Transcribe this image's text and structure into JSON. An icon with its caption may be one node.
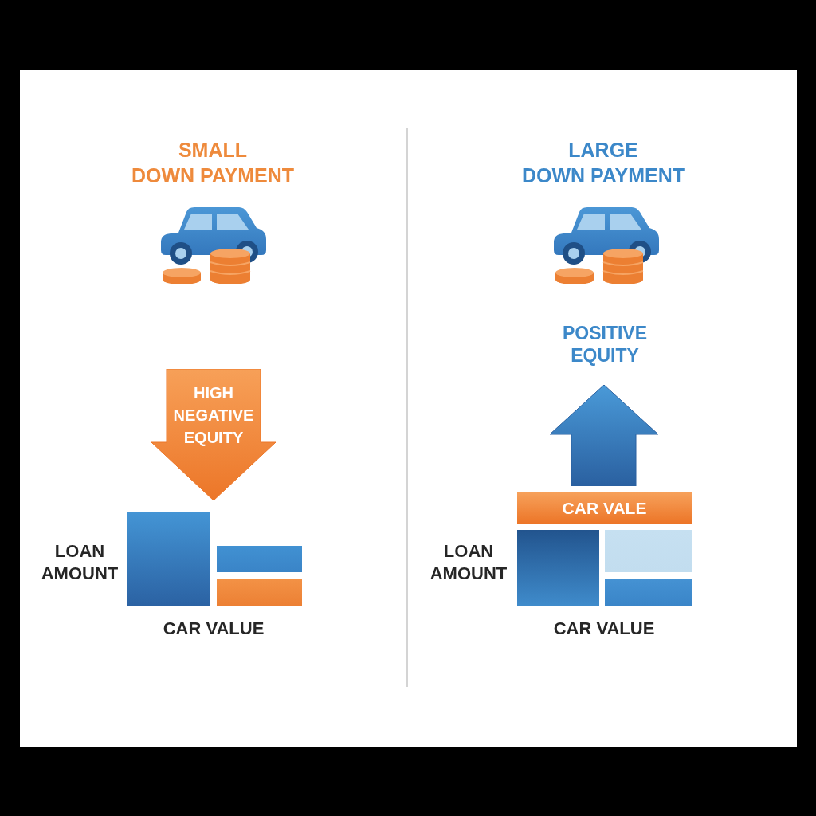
{
  "diagram": {
    "nodes": [
      {
        "text": [
          "HIGH NEGATIVE EQUITY"
        ]
      },
      {
        "text": [],
        "shape": "bar"
      },
      {
        "text": [],
        "shape": "bar"
      },
      {
        "text": [],
        "shape": "bar"
      },
      {
        "text": [],
        "shape": "arrow"
      },
      {
        "text": [
          "CAR VALE"
        ]
      },
      {
        "text": [],
        "shape": "bar"
      },
      {
        "text": [],
        "shape": "bar"
      },
      {
        "text": [],
        "shape": "bar"
      }
    ],
    "labels": [
      "SMALL DOWN PAYMENT",
      "LOAN AMOUNT",
      "CAR VALUE",
      "LARGE DOWN PAYMENT",
      "POSITIVE EQUITY",
      "LOAN AMOUNT",
      "CAR VALUE"
    ]
  }
}
